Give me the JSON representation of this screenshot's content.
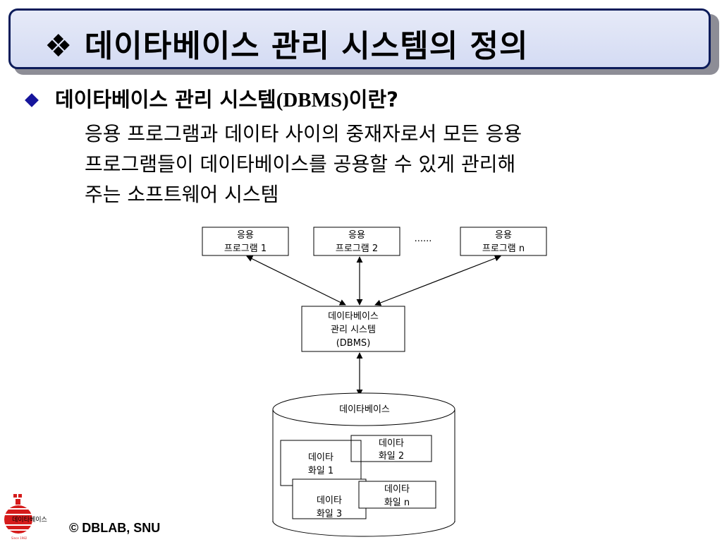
{
  "slide": {
    "title_symbol": "❖",
    "title": "데이타베이스 관리 시스템의 정의",
    "bullet": {
      "heading_pre": "데이타베이스 관리 시스템",
      "heading_abbr": "(DBMS)",
      "heading_post": "이란?"
    },
    "body_lines": [
      "응용 프로그램과 데이타 사이의 중재자로서 모든 응용",
      "프로그램들이 데이타베이스를 공용할 수 있게 관리해",
      "주는 소프트웨어 시스템"
    ],
    "footer": {
      "logo_text": "데이타베이스",
      "logo_subtext": "Since 1982",
      "copyright": "© DBLAB, SNU"
    }
  },
  "diagram": {
    "apps": [
      {
        "line1": "응용",
        "line2": "프로그램 1"
      },
      {
        "line1": "응용",
        "line2": "프로그램 2"
      },
      {
        "line1": "응용",
        "line2": "프로그램 n"
      }
    ],
    "ellipsis": "......",
    "dbms": {
      "line1": "데이타베이스",
      "line2": "관리 시스템",
      "line3": "(DBMS)"
    },
    "database_label": "데이타베이스",
    "files": [
      {
        "line1": "데이타",
        "line2": "화일 1"
      },
      {
        "line1": "데이타",
        "line2": "화일 2"
      },
      {
        "line1": "데이타",
        "line2": "화일 3"
      },
      {
        "line1": "데이타",
        "line2": "화일 n"
      }
    ]
  }
}
